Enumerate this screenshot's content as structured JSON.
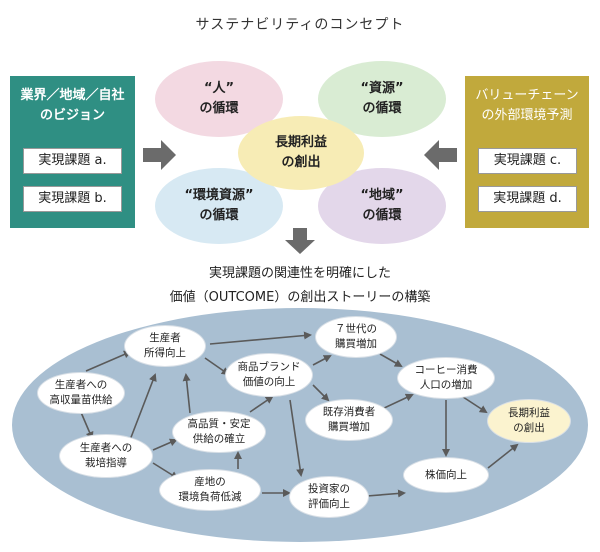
{
  "title": "サステナビリティのコンセプト",
  "left_panel": {
    "heading": "業界／地域／自社\nのビジョン",
    "tasks": [
      "実現課題 a.",
      "実現課題 b."
    ],
    "color": "#2f8f83"
  },
  "right_panel": {
    "heading": "バリューチェーン\nの外部環境予測",
    "tasks": [
      "実現課題 c.",
      "実現課題 d."
    ],
    "color": "#c1a93c"
  },
  "ellipses": {
    "people": "“人”\nの循環",
    "resources": "“資源”\nの循環",
    "env_resources": "“環境資源”\nの循環",
    "region": "“地域”\nの循環",
    "center": "長期利益\nの創出"
  },
  "ellipse_colors": {
    "people": "#f3d9e2",
    "resources": "#d9ecd3",
    "env_resources": "#d7e9f3",
    "region": "#e3d7ea",
    "center": "#f7ecb5"
  },
  "middle_text": {
    "line1": "実現課題の関連性を明確にした",
    "line2": "価値（OUTCOME）の創出ストーリーの構築"
  },
  "story_background_color": "#a9bfd2",
  "story_nodes": {
    "seedling": "生産者への\n高収量苗供給",
    "income": "生産者\n所得向上",
    "cultivation": "生産者への\n栽培指導",
    "quality": "高品質・安定\n供給の確立",
    "brand": "商品ブランド\n価値の向上",
    "env_load": "産地の\n環境負荷低減",
    "seven_gen": "７世代の\n購買増加",
    "existing": "既存消費者\n購買増加",
    "investor": "投資家の\n評価向上",
    "coffee": "コーヒー消費\n人口の増加",
    "stock": "株価向上",
    "long_profit": "長期利益\nの創出"
  }
}
